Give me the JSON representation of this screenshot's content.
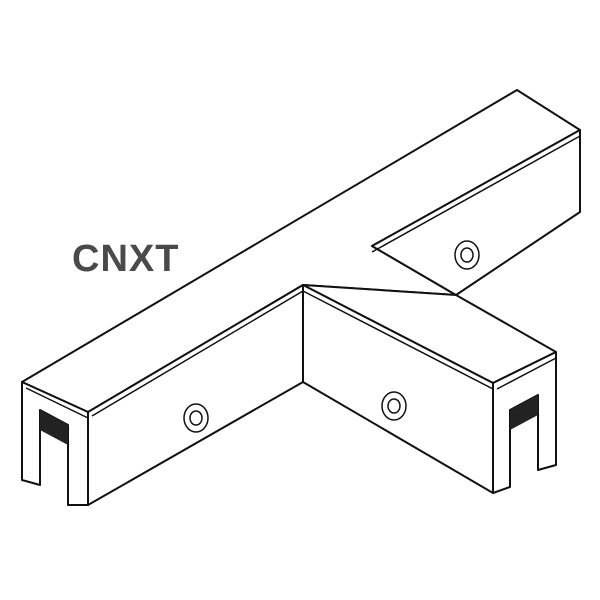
{
  "diagram": {
    "title": "CNXT",
    "description": "Isometric line drawing of a T-shaped glass clamp connector with three screw holes and two U-shaped glass channels at the ends",
    "stroke_color": "#111111",
    "fill_color": "#ffffff",
    "text_color": "#4a4a4a",
    "parts": [
      {
        "name": "main-bar",
        "label": ""
      },
      {
        "name": "branch-arm",
        "label": ""
      },
      {
        "name": "left-end-channel",
        "label": ""
      },
      {
        "name": "right-end-channel",
        "label": ""
      },
      {
        "name": "screw-1",
        "label": ""
      },
      {
        "name": "screw-2",
        "label": ""
      },
      {
        "name": "screw-3",
        "label": ""
      }
    ]
  }
}
